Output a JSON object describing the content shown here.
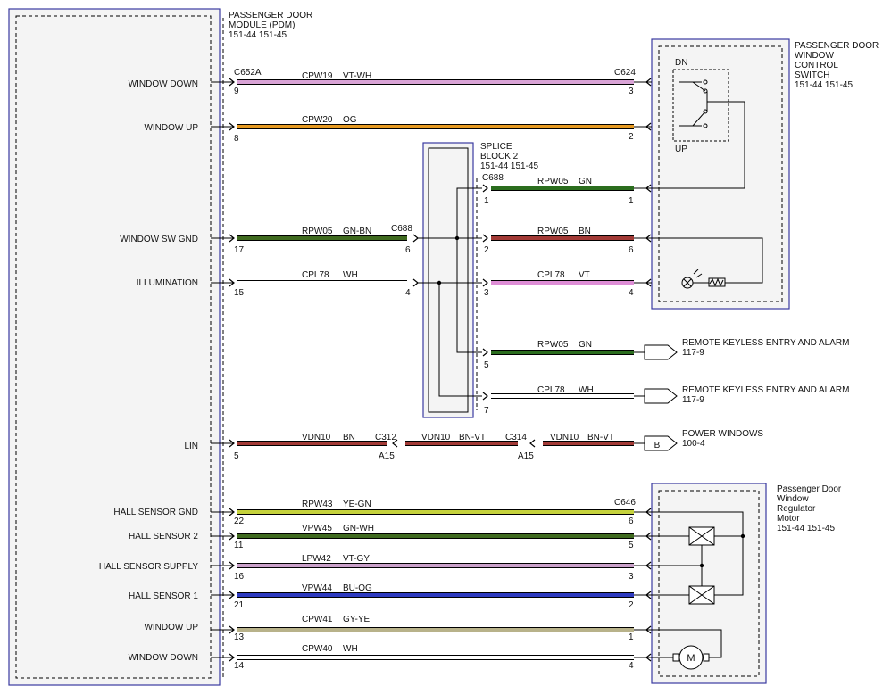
{
  "pdm": {
    "title_line1": "PASSENGER DOOR",
    "title_line2": "MODULE (PDM)",
    "refs": "151-44  151-45"
  },
  "switch_component": {
    "title_line1": "PASSENGER DOOR",
    "title_line2": "WINDOW",
    "title_line3": "CONTROL",
    "title_line4": "SWITCH",
    "refs": "151-44  151-45",
    "dn_label": "DN",
    "up_label": "UP"
  },
  "splice": {
    "title_line1": "SPLICE",
    "title_line2": "BLOCK 2",
    "refs": "151-44  151-45"
  },
  "motor_component": {
    "title_line1": "Passenger Door",
    "title_line2": "Window",
    "title_line3": "Regulator",
    "title_line4": "Motor",
    "refs": "151-44  151-45",
    "motor_symbol": "M"
  },
  "colors": {
    "violet_white": "#d9a3d6",
    "orange": "#e69a22",
    "green": "#2b6d1e",
    "green_brown": "#3f6a1f",
    "brown": "#a23a36",
    "white": "#ffffff",
    "violet": "#de8ed6",
    "yellow_green": "#c5d23c",
    "violet_gray": "#c9a0c9",
    "blue_orange": "#2d3ac0",
    "gray_yellow": "#b8b28a"
  },
  "wires": [
    {
      "signal": "WINDOW DOWN",
      "pin": "9",
      "connector_left": "C652A",
      "circuit": "CPW19",
      "color": "VT-WH",
      "connector_right": "C624",
      "pin_right": "3"
    },
    {
      "signal": "WINDOW UP",
      "pin": "8",
      "circuit": "CPW20",
      "color": "OG",
      "pin_right": "2"
    },
    {
      "circuit": "RPW05",
      "color": "GN",
      "connector": "C688",
      "pin_left": "1",
      "pin_right": "1"
    },
    {
      "signal": "WINDOW SW GND",
      "pin": "17",
      "circuit": "RPW05",
      "color": "GN-BN",
      "connector": "C688",
      "pin_splice": "6"
    },
    {
      "circuit": "RPW05",
      "color": "BN",
      "pin_left": "2",
      "pin_right": "6"
    },
    {
      "signal": "ILLUMINATION",
      "pin": "15",
      "circuit": "CPL78",
      "color": "WH",
      "pin_splice": "4"
    },
    {
      "circuit": "CPL78",
      "color": "VT",
      "pin_left": "3",
      "pin_right": "4"
    },
    {
      "circuit": "RPW05",
      "color": "GN",
      "pin_left": "5",
      "destination": "REMOTE KEYLESS ENTRY AND ALARM",
      "destination_ref": "117-9"
    },
    {
      "circuit": "CPL78",
      "color": "WH",
      "pin_left": "7",
      "destination": "REMOTE KEYLESS ENTRY AND ALARM",
      "destination_ref": "117-9"
    },
    {
      "signal": "LIN",
      "pin": "5",
      "circuit": "VDN10",
      "color": "BN",
      "connector": "C312",
      "pin_conn": "A15"
    },
    {
      "circuit": "VDN10",
      "color": "BN-VT",
      "connector": "C314",
      "pin_conn": "A15"
    },
    {
      "circuit": "VDN10",
      "color": "BN-VT",
      "destination": "POWER WINDOWS",
      "destination_ref": "100-4",
      "offpage": "B"
    },
    {
      "signal": "HALL SENSOR GND",
      "pin": "22",
      "circuit": "RPW43",
      "color": "YE-GN",
      "connector_right": "C646",
      "pin_right": "6"
    },
    {
      "signal": "HALL SENSOR 2",
      "pin": "11",
      "circuit": "VPW45",
      "color": "GN-WH",
      "pin_right": "5"
    },
    {
      "signal": "HALL SENSOR SUPPLY",
      "pin": "16",
      "circuit": "LPW42",
      "color": "VT-GY",
      "pin_right": "3"
    },
    {
      "signal": "HALL SENSOR 1",
      "pin": "21",
      "circuit": "VPW44",
      "color": "BU-OG",
      "pin_right": "2"
    },
    {
      "signal": "WINDOW UP",
      "pin": "13",
      "circuit": "CPW41",
      "color": "GY-YE",
      "pin_right": "1"
    },
    {
      "signal": "WINDOW DOWN",
      "pin": "14",
      "circuit": "CPW40",
      "color": "WH",
      "pin_right": "4"
    }
  ]
}
